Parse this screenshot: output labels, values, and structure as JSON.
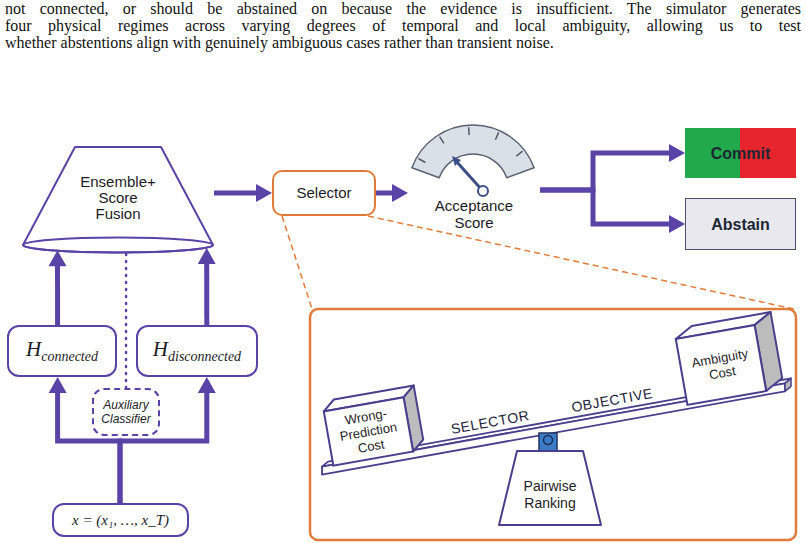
{
  "diagram": {
    "nodes": [
      {
        "text": [
          "Ensemble+ Score Fusion"
        ]
      },
      {
        "text": [
          "Selector"
        ]
      },
      {
        "text": [
          "Acceptance Score"
        ]
      },
      {
        "text": [
          "Commit"
        ]
      },
      {
        "text": [
          "Abstain"
        ]
      },
      {
        "text": [
          "H",
          "connected"
        ]
      },
      {
        "text": [
          "H",
          "disconnected"
        ]
      },
      {
        "text": [
          "Auxiliary Classifier"
        ]
      },
      {
        "text": [
          "x = (x₁, …, x_T)"
        ]
      },
      {
        "text": [
          "Wrong- Prediction Cost"
        ]
      },
      {
        "text": [
          "Ambiguity Cost"
        ]
      },
      {
        "text": [
          "Pairwise Ranking"
        ]
      }
    ],
    "edges": [
      {
        "from": 0,
        "to": 1,
        "arrow": "to"
      },
      {
        "from": 1,
        "to": 2,
        "arrow": "to"
      },
      {
        "from": 2,
        "to": 3,
        "arrow": "to"
      },
      {
        "from": 2,
        "to": 4,
        "arrow": "to"
      },
      {
        "from": 5,
        "to": 0,
        "arrow": "to"
      },
      {
        "from": 6,
        "to": 0,
        "arrow": "to"
      },
      {
        "from": 7,
        "to": 0,
        "arrow": "none"
      },
      {
        "from": 8,
        "to": 5,
        "arrow": "to"
      },
      {
        "from": 8,
        "to": 6,
        "arrow": "to"
      }
    ],
    "labels": [
      "not connected, or should be abstained on because the evidence is insufficient. The simulator generates",
      "four physical regimes across varying degrees of temporal and local ambiguity, allowing us to test",
      "whether abstentions align with genuinely ambiguous cases rather than transient noise.",
      "SELECTOR",
      "OBJECTIVE"
    ]
  }
}
